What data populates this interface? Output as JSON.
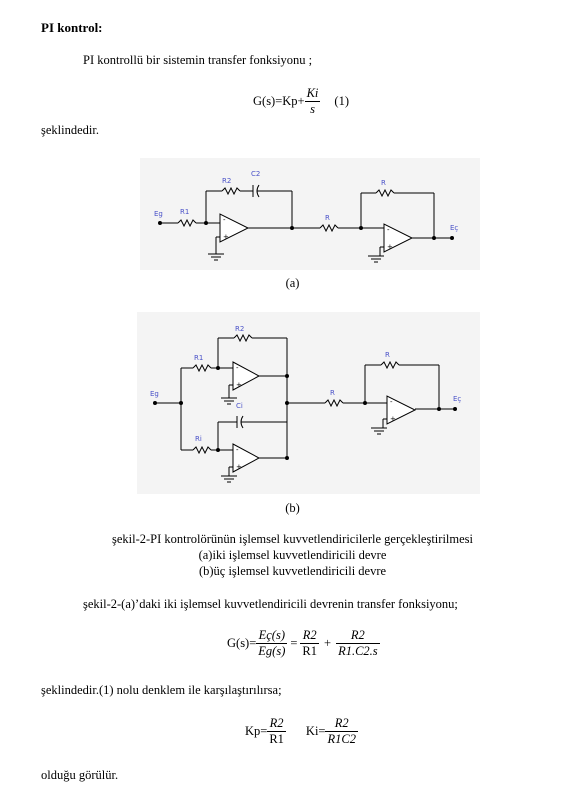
{
  "heading": "PI  kontrol:",
  "intro": "PI kontrollü bir sistemin transfer fonksiyonu ;",
  "eq1": {
    "lhs": "G(s)=Kp+",
    "num": "Ki",
    "den": "s",
    "tag": "(1)"
  },
  "seklindedir1": "şeklindedir.",
  "circuit_a": {
    "labels": {
      "eg": "Eg",
      "r1": "R1",
      "r2": "R2",
      "c2": "C2",
      "r_mid": "R",
      "r_fb": "R",
      "ec": "Eç"
    },
    "caption": "(a)"
  },
  "circuit_b": {
    "labels": {
      "eg": "Eg",
      "r1": "R1",
      "r2": "R2",
      "ri": "Ri",
      "ci": "Ci",
      "r_mid": "R",
      "r_fb": "R",
      "ec": "Eç"
    },
    "caption": "(b)"
  },
  "figure_caption": {
    "line1": "şekil-2-PI kontrolörünün işlemsel kuvvetlendiricilerle gerçekleştirilmesi",
    "line2": "(a)iki işlemsel kuvvetlendiricili devre",
    "line3": "(b)üç işlemsel kuvvetlendiricili devre"
  },
  "para2": "şekil-2-(a)’daki iki işlemsel kuvvetlendiricili devrenin transfer fonksiyonu;",
  "eq2": {
    "lhs": "G(s)=",
    "f1_num": "Eç(s)",
    "f1_den": "Eg(s)",
    "eq": "=",
    "f2_num": "R2",
    "f2_den": "R1",
    "plus": "+",
    "f3_num": "R2",
    "f3_den": "R1.C2.s"
  },
  "para3": "şeklindedir.(1) nolu denklem ile karşılaştırılırsa;",
  "eq3": {
    "kp_lhs": "Kp=",
    "kp_num": "R2",
    "kp_den": "R1",
    "ki_lhs": "Ki=",
    "ki_num": "R2",
    "ki_den": "R1C2"
  },
  "closing": "olduğu görülür."
}
